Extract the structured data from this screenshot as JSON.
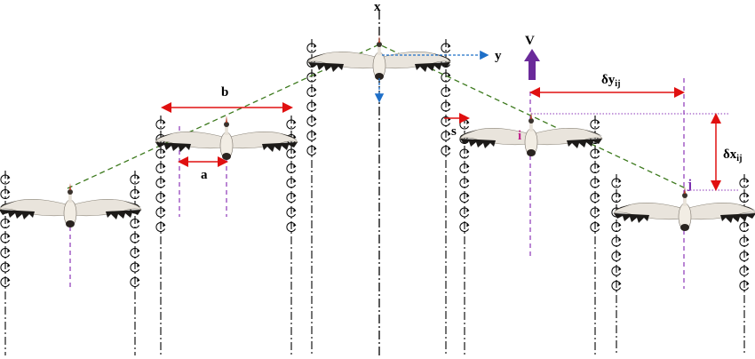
{
  "labels": {
    "x_axis": "x",
    "y_axis": "y",
    "velocity": "V",
    "wingspan": "b",
    "offset_a": "a",
    "spacing_s": "s",
    "bird_i": "i",
    "bird_j": "j",
    "dy_main": "δy",
    "dy_sub": "ij",
    "dx_main": "δx",
    "dx_sub": "ij"
  },
  "colors": {
    "dimension": "#e01010",
    "formation_line": "#3d7a1e",
    "wing_axis": "#8b35b8",
    "body_axis_blue": "#1e6fc8",
    "velocity_arrow": "#6a2a9a",
    "label_i": "#c0208a",
    "label_j": "#7b2fb0",
    "ink": "#000000"
  },
  "icons": {
    "bird": "stork-in-flight-icon",
    "vortex": "wingtip-vortex-icon"
  }
}
